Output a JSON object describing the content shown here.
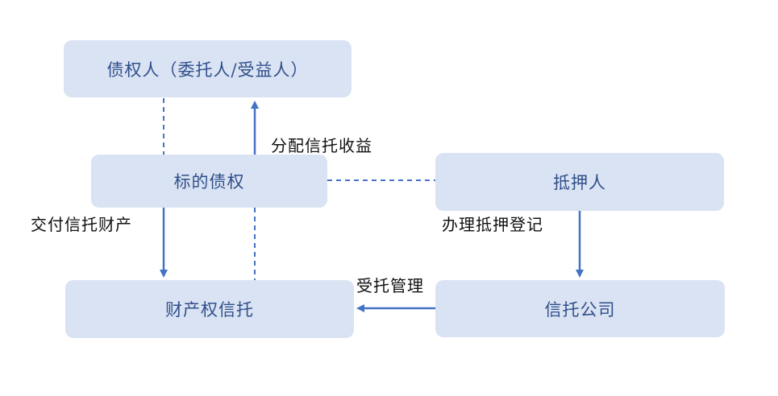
{
  "nodes": {
    "creditor": "债权人（委托人/受益人）",
    "target_claim": "标的债权",
    "mortgagor": "抵押人",
    "property_trust": "财产权信托",
    "trust_company": "信托公司"
  },
  "edges": {
    "distribute": "分配信托收益",
    "deliver": "交付信托财产",
    "register": "办理抵押登记",
    "manage": "受托管理"
  },
  "colors": {
    "node_fill": "#dae3f3",
    "node_text": "#2f4f8a",
    "line": "#4472c4"
  }
}
